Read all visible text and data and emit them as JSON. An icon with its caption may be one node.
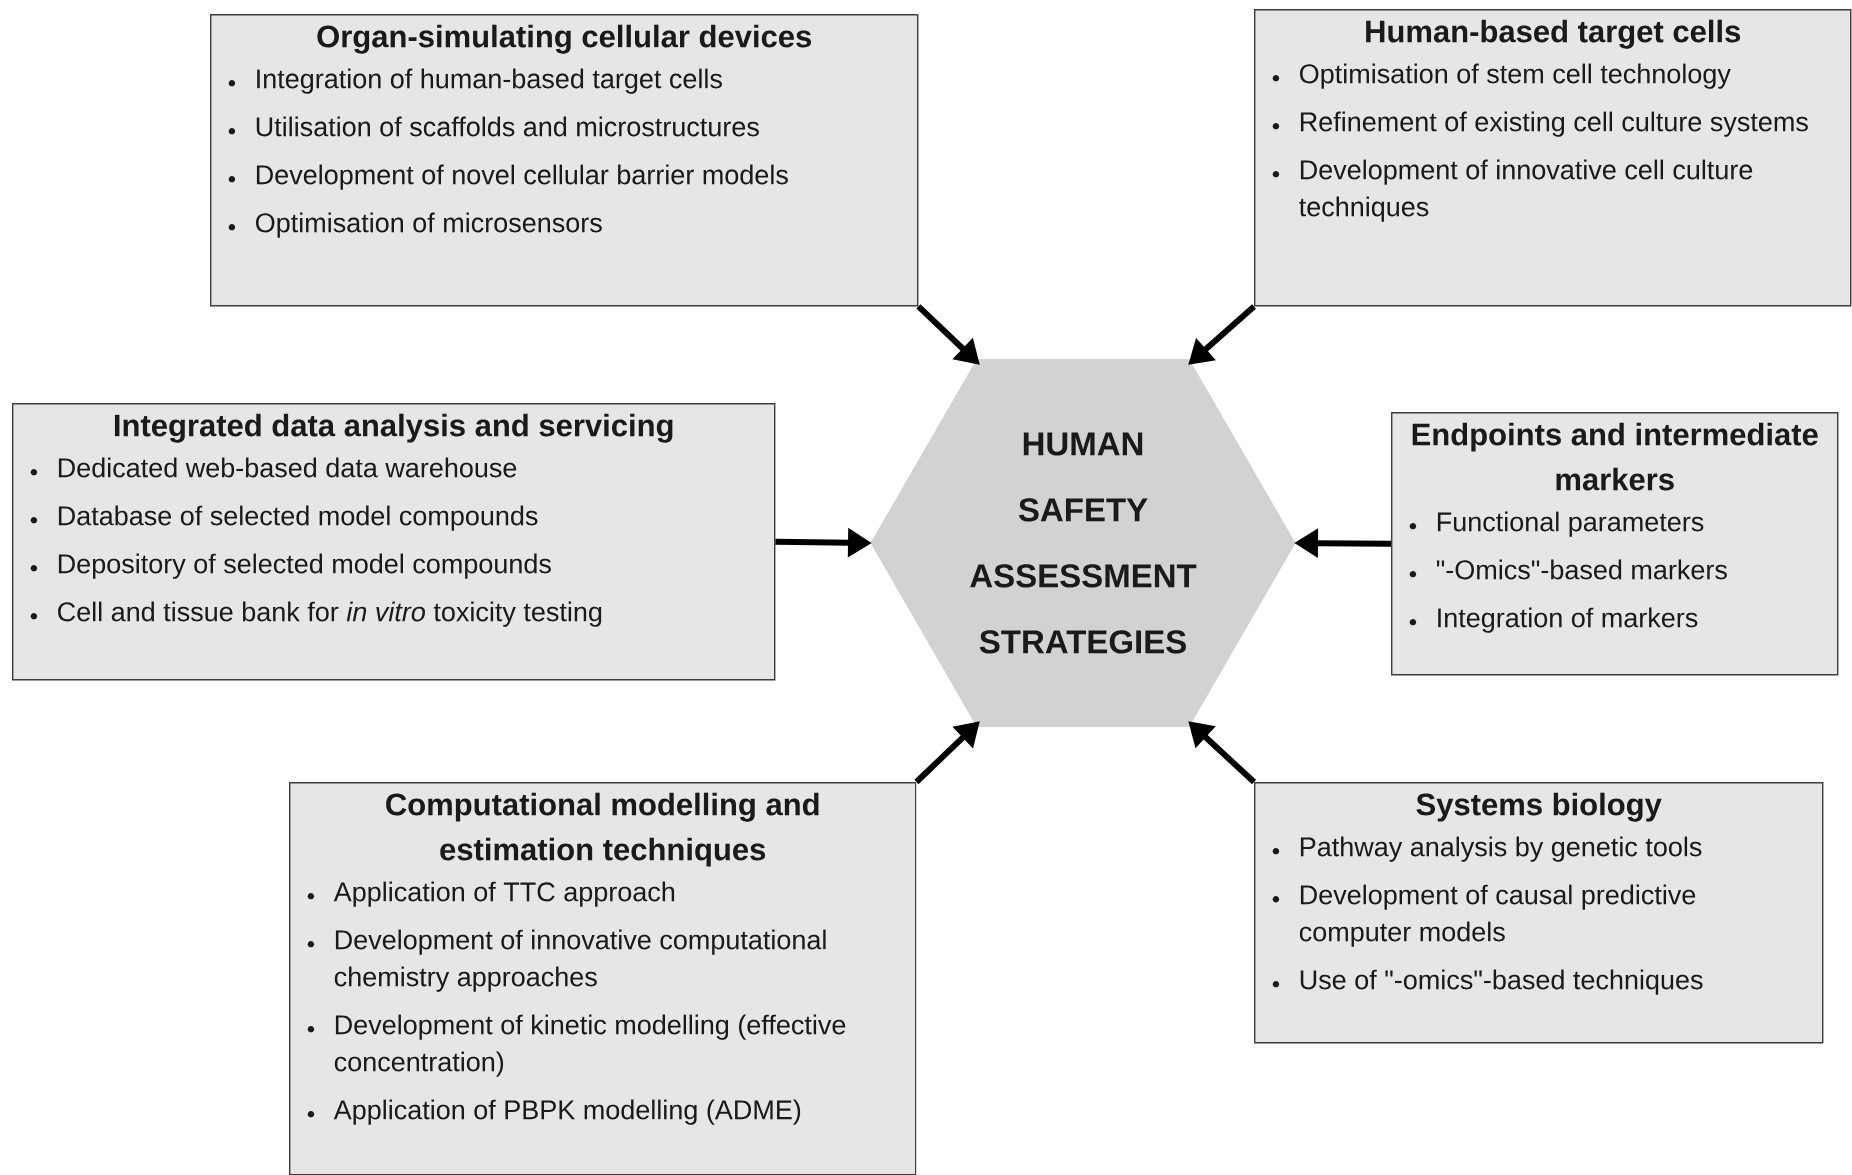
{
  "diagram": {
    "nodes": [
      {
        "text": [
          "Organ-simulating cellular devices",
          "Integration of human-based target cells",
          "Utilisation of scaffolds and microstructures",
          "Development of novel cellular barrier models",
          "Optimisation of microsensors"
        ]
      },
      {
        "text": [
          "Human-based target cells",
          "Optimisation of stem cell technology",
          "Refinement of existing cell culture systems",
          "Development of innovative cell culture techniques"
        ]
      },
      {
        "text": [
          "Integrated data analysis and servicing",
          "Dedicated web-based data warehouse",
          "Database of selected model compounds",
          "Depository of selected model compounds",
          "Cell and tissue bank for *in vitro* toxicity testing"
        ]
      },
      {
        "text": [
          "HUMAN SAFETY ASSESSMENT STRATEGIES"
        ]
      },
      {
        "text": [
          "Endpoints and intermediate markers",
          "Functional parameters",
          "\"-Omics\"-based markers",
          "Integration of markers"
        ]
      },
      {
        "text": [
          "Computational modelling and estimation techniques",
          "Application of TTC approach",
          "Development of innovative computational chemistry approaches",
          "Development of kinetic modelling (effective concentration)",
          "Application of PBPK modelling (ADME)"
        ]
      },
      {
        "text": [
          "Systems biology",
          "Pathway analysis by genetic tools",
          "Development of causal predictive computer models",
          "Use of \"-omics\"-based techniques"
        ]
      }
    ],
    "edges": [
      {
        "from": 0,
        "to": 3,
        "arrow": "to"
      },
      {
        "from": 1,
        "to": 3,
        "arrow": "to"
      },
      {
        "from": 2,
        "to": 3,
        "arrow": "to"
      },
      {
        "from": 4,
        "to": 3,
        "arrow": "to"
      },
      {
        "from": 5,
        "to": 3,
        "arrow": "to"
      },
      {
        "from": 6,
        "to": 3,
        "arrow": "to"
      }
    ]
  }
}
